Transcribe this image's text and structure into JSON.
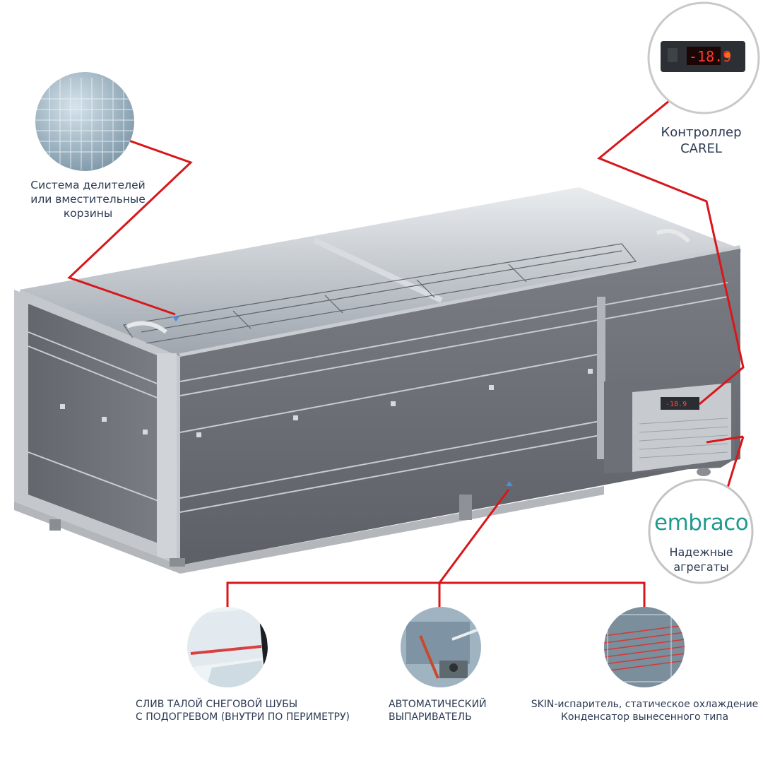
{
  "colors": {
    "callout_line": "#d8161b",
    "label_text": "#2b3a52",
    "brand_accent": "#1e9a8e",
    "cabinet": "#6e7278",
    "frame": "#b8bcc2"
  },
  "callouts": {
    "dividers": {
      "line1": "Система делителей",
      "line2": "или вместительные",
      "line3": "корзины"
    },
    "controller": {
      "line1": "Контроллер",
      "line2": "CAREL",
      "display_value": "-18.9"
    },
    "compressor": {
      "brand": "embraco",
      "line1": "Надежные",
      "line2": "агрегаты"
    },
    "drain": {
      "line1": "СЛИВ ТАЛОЙ СНЕГОВОЙ ШУБЫ",
      "line2": "С ПОДОГРЕВОМ (ВНУТРИ ПО ПЕРИМЕТРУ)"
    },
    "evaporator": {
      "line1": "АВТОМАТИЧЕСКИЙ",
      "line2": "ВЫПАРИВАТЕЛЬ"
    },
    "skin": {
      "line1": "SKIN-испаритель, статическое охлаждение",
      "line2": "Конденсатор вынесенного типа"
    }
  }
}
